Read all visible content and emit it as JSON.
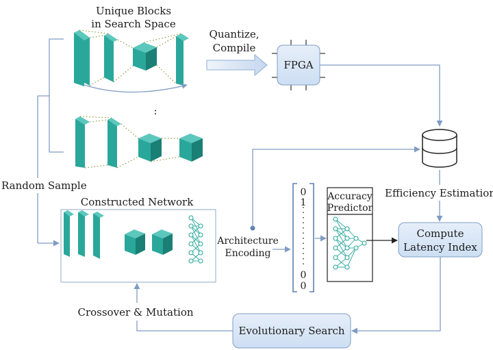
{
  "labels": {
    "unique_blocks_line1": "Unique Blocks",
    "unique_blocks_line2": "in Search Space",
    "quantize_line1": "Quantize,",
    "quantize_line2": "Compile",
    "fpga": "FPGA",
    "random_sample": "Random Sample",
    "constructed_network": "Constructed Network",
    "efficiency_estimation": "Efficiency Estimation",
    "accuracy_predictor_line1": "Accuracy",
    "accuracy_predictor_line2": "Predictor",
    "compute_latency_line1": "Compute",
    "compute_latency_line2": "Latency Index",
    "architecture_line1": "Architecture",
    "architecture_line2": "Encoding",
    "crossover_mutation": "Crossover & Mutation",
    "evolutionary_search": "Evolutionary Search",
    "vertical_ellipsis": ":"
  },
  "encoding_vector": {
    "top_value": "0",
    "second_value": "1",
    "second_last_value": "0",
    "last_value": "0"
  },
  "colors": {
    "block_face": "#2aa79b",
    "block_side": "#1a7f75",
    "block_top": "#5cc7bd",
    "box_fill": "#dbe8f7",
    "arrow": "#7f9cc3",
    "dotted_connector": "#8a9a3a"
  },
  "icons": {
    "fpga": "chip-icon",
    "database": "database-icon",
    "neural_net": "neural-network-icon"
  }
}
